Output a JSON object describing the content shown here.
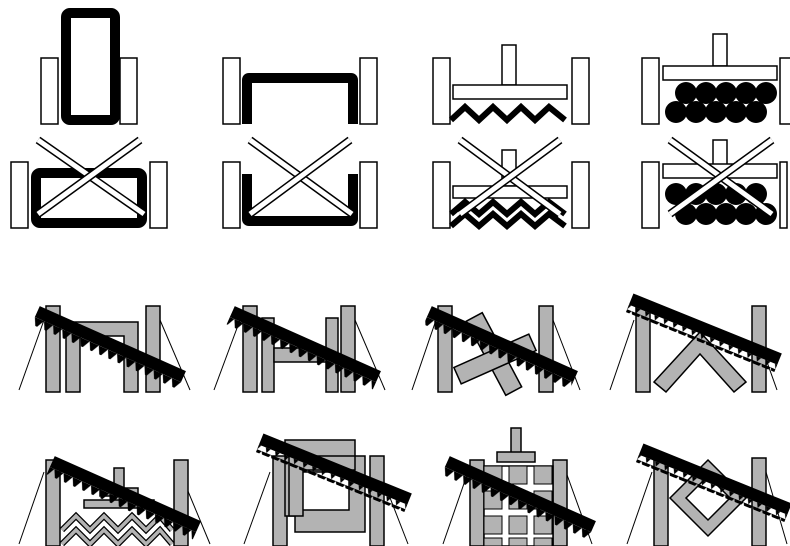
{
  "figure": {
    "colors": {
      "background": "#ffffff",
      "ink": "#000000",
      "fill_gray": "#b3b3b3"
    },
    "top_rows": {
      "row1": [
        "upright-tall-rectangle",
        "u-channel-open-down",
        "t-press-over-chevrons",
        "t-press-over-circles"
      ],
      "row2": [
        "crossed-flat-rectangle",
        "crossed-u-channel-open-up",
        "crossed-t-press-over-chevrons",
        "crossed-t-press-over-circles"
      ]
    },
    "bottom_rows": {
      "row3": [
        "diagonal-saw-over-gray-frame",
        "diagonal-saw-over-gray-h-frame",
        "diagonal-saw-over-gray-bent-plates",
        "diagonal-saw-over-gray-v-chevron"
      ],
      "row4": [
        "diagonal-saw-over-gray-chevron-stack",
        "diagonal-saw-over-gray-square-frames",
        "diagonal-saw-over-gray-grid",
        "diagonal-saw-over-gray-diamond"
      ]
    }
  }
}
